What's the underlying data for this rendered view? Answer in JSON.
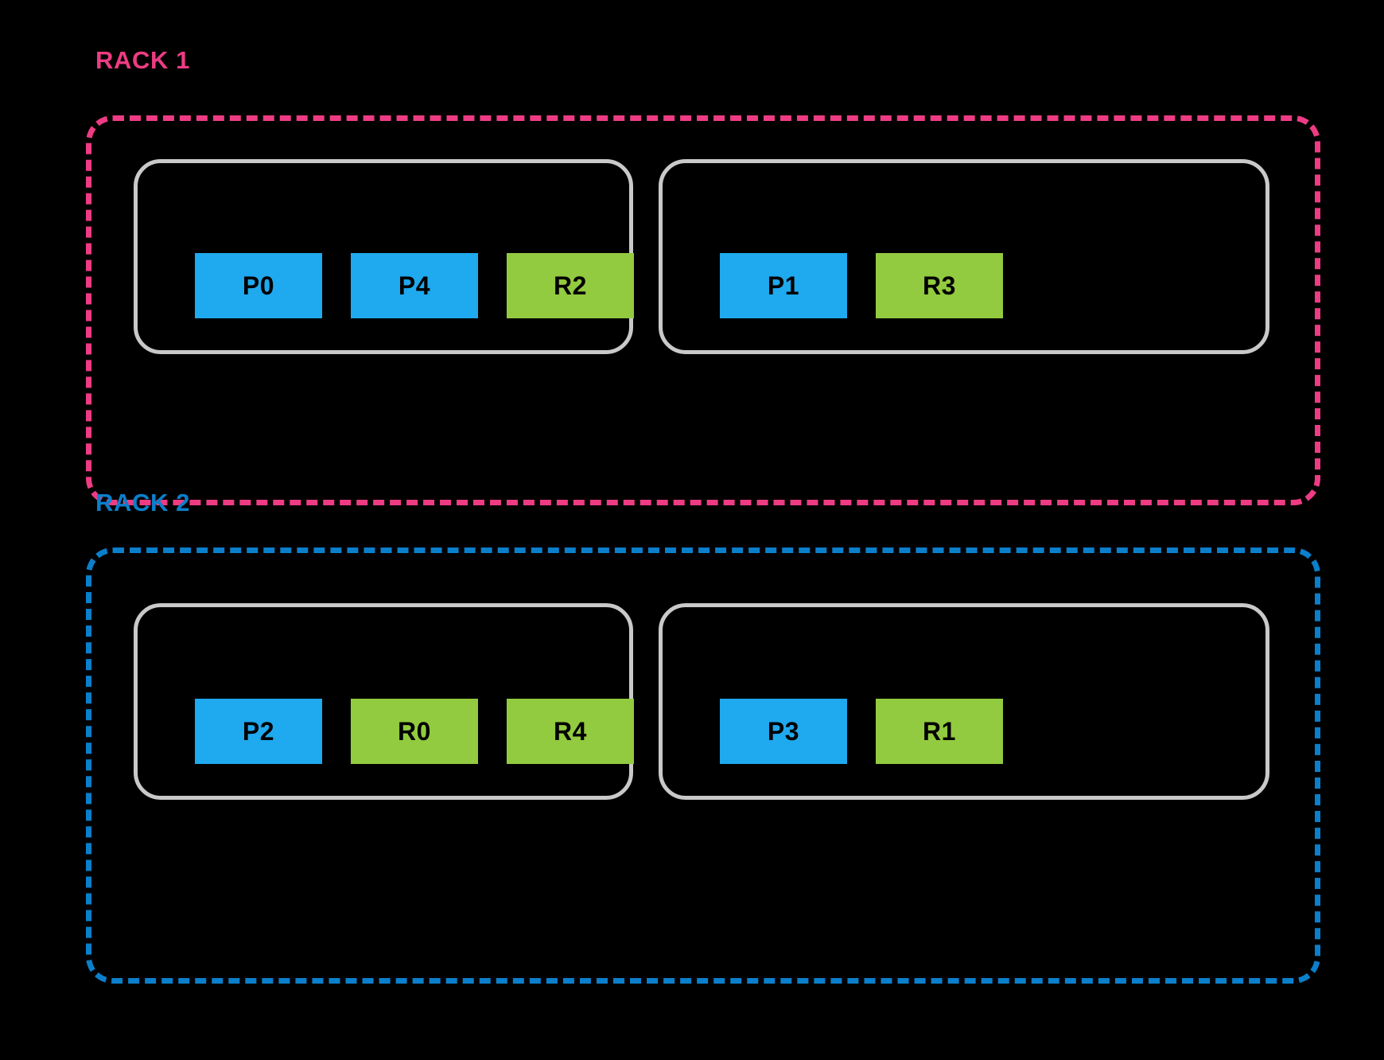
{
  "colors": {
    "background": "#000000",
    "rack1_accent": "#ED3C83",
    "rack2_accent": "#0B7FCB",
    "broker_border": "#C9C9C9",
    "partition_leader": "#1FA9EE",
    "partition_replica": "#92CB3F",
    "partition_text": "#000000"
  },
  "diagram": {
    "type": "rack-aware-partition-placement",
    "racks": [
      {
        "label": "RACK 1",
        "accent": "#ED3C83",
        "brokers": [
          {
            "partitions": [
              {
                "label": "P0",
                "kind": "leader",
                "color": "#1FA9EE"
              },
              {
                "label": "P4",
                "kind": "leader",
                "color": "#1FA9EE"
              },
              {
                "label": "R2",
                "kind": "replica",
                "color": "#92CB3F"
              }
            ]
          },
          {
            "partitions": [
              {
                "label": "P1",
                "kind": "leader",
                "color": "#1FA9EE"
              },
              {
                "label": "R3",
                "kind": "replica",
                "color": "#92CB3F"
              }
            ]
          }
        ]
      },
      {
        "label": "RACK 2",
        "accent": "#0B7FCB",
        "brokers": [
          {
            "partitions": [
              {
                "label": "P2",
                "kind": "leader",
                "color": "#1FA9EE"
              },
              {
                "label": "R0",
                "kind": "replica",
                "color": "#92CB3F"
              },
              {
                "label": "R4",
                "kind": "replica",
                "color": "#92CB3F"
              }
            ]
          },
          {
            "partitions": [
              {
                "label": "P3",
                "kind": "leader",
                "color": "#1FA9EE"
              },
              {
                "label": "R1",
                "kind": "replica",
                "color": "#92CB3F"
              }
            ]
          }
        ]
      }
    ]
  }
}
